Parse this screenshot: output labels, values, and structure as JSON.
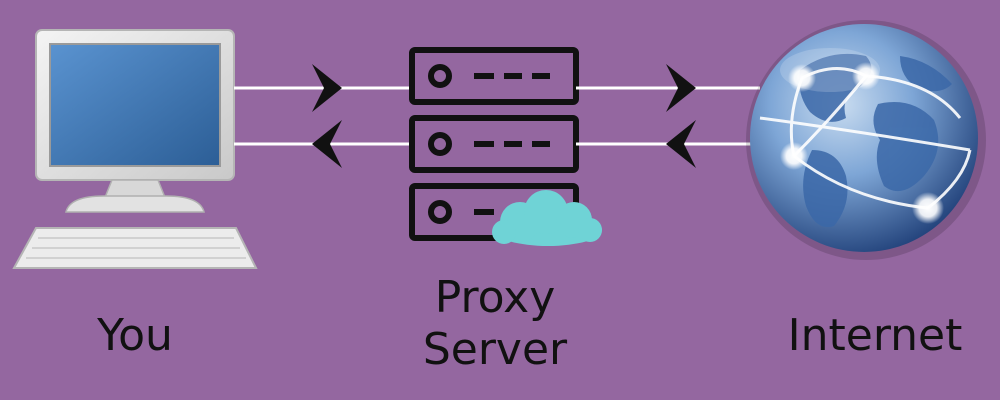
{
  "nodes": {
    "you": {
      "label": "You"
    },
    "proxy": {
      "label_line1": "Proxy",
      "label_line2": "Server"
    },
    "internet": {
      "label": "Internet"
    }
  },
  "colors": {
    "background": "#9467a0",
    "connection_line": "#ffffff",
    "arrow": "#111111",
    "cloud": "#6fd3d6",
    "server_stroke": "#111111",
    "monitor_screen": "#3a6ea8",
    "globe_ocean": "#2e5a9c"
  },
  "icons": [
    "computer-icon",
    "server-stack-icon",
    "cloud-icon",
    "globe-icon"
  ]
}
